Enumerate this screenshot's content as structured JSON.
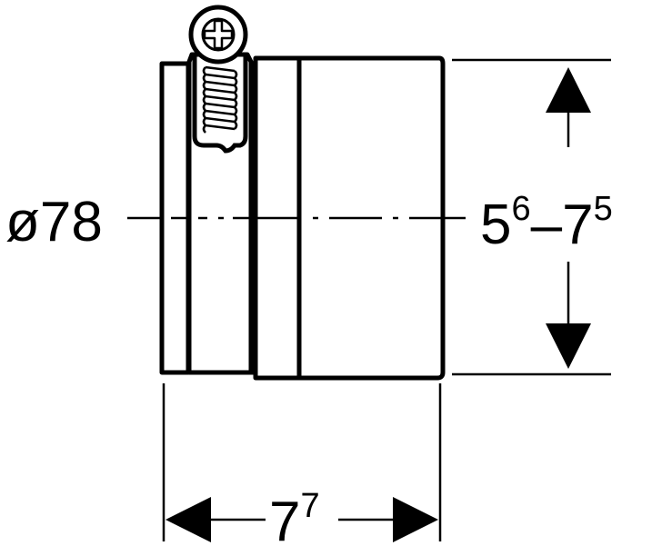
{
  "diagram": {
    "diameter_label": "ø78",
    "clamp_range": {
      "min_base": "5",
      "min_sup": "6",
      "separator": "–",
      "max_base": "7",
      "max_sup": "5"
    },
    "length": {
      "base": "7",
      "sup": "7"
    }
  }
}
